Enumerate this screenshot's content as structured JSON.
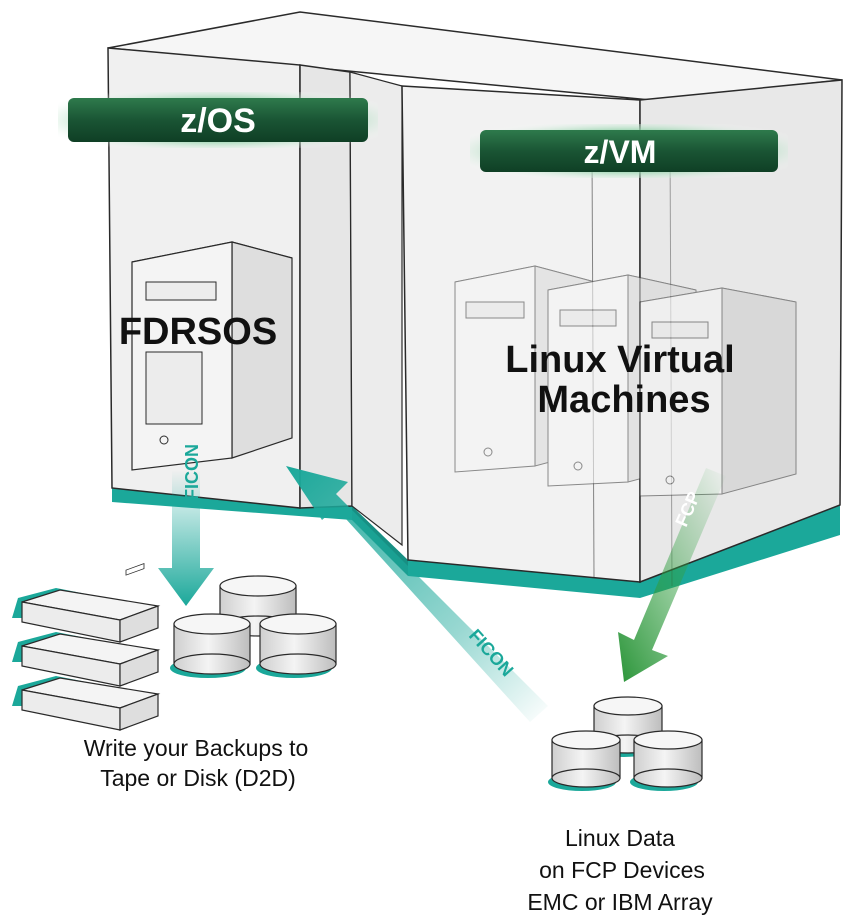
{
  "labels": {
    "zos": "z/OS",
    "zvm": "z/VM",
    "fdrsos": "FDRSOS",
    "linux_vm_line1": "Linux Virtual",
    "linux_vm_line2": "Machines",
    "ficon_down": "FICON",
    "ficon_diag": "FICON",
    "fcp": "FCP",
    "backup_line1": "Write your Backups to",
    "backup_line2": "Tape or Disk (D2D)",
    "linux_data_line1": "Linux Data",
    "linux_data_line2": "on FCP Devices",
    "linux_data_line3": "EMC or IBM Array"
  },
  "colors": {
    "banner": "#1e5a3a",
    "teal": "#1ba89a",
    "green_arrow": "#2f9a3a",
    "cabinet": "#f1f1f1",
    "cabinet_side": "#e2e2e2",
    "outline": "#2a2a2a"
  }
}
